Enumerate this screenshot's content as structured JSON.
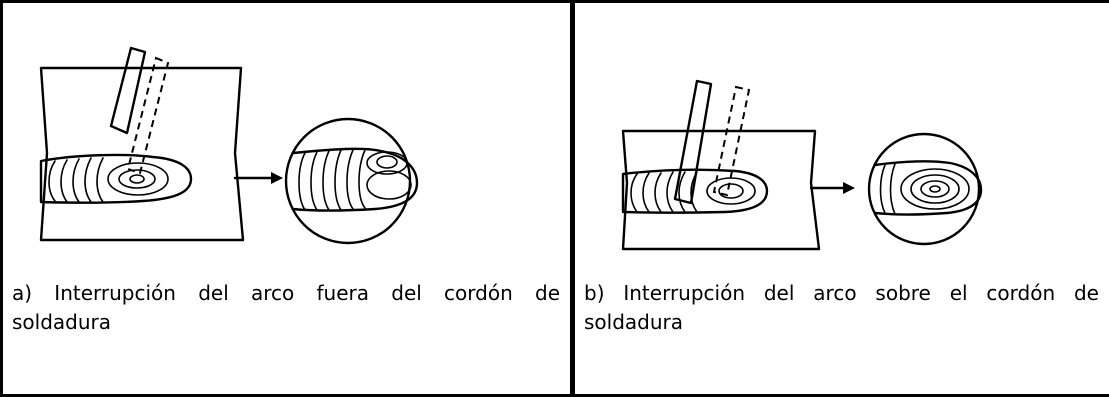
{
  "panels": [
    {
      "caption_line1": "a) Interrupción del arco fuera del cordón de",
      "caption_line2": "soldadura"
    },
    {
      "caption_line1": "b) Interrupción del arco sobre el cordón de",
      "caption_line2": "soldadura"
    }
  ],
  "colors": {
    "line": "#000000",
    "background": "#ffffff"
  }
}
